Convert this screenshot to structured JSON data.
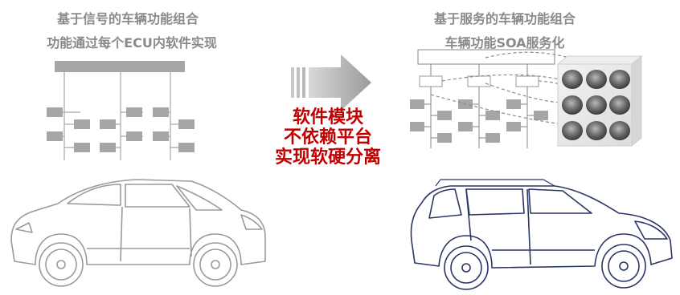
{
  "left": {
    "title": "基于信号的车辆功能组合",
    "subtitle": "功能通过每个ECU内软件实现"
  },
  "right": {
    "title": "基于服务的车辆功能组合",
    "subtitle": "车辆功能SOA服务化"
  },
  "center": {
    "lines": [
      "软件模块",
      "不依赖平台",
      "实现软硬分离"
    ],
    "color": "#c00000"
  },
  "colors": {
    "caption": "#8a8a8a",
    "block": "#a6a6a6",
    "sketch_left": "#9a9a9a",
    "sketch_right": "#2a3566"
  },
  "icons": {
    "arrow": "right-arrow-icon",
    "left_car": "suv-car-icon",
    "right_car": "suv-car-sketch-icon"
  }
}
